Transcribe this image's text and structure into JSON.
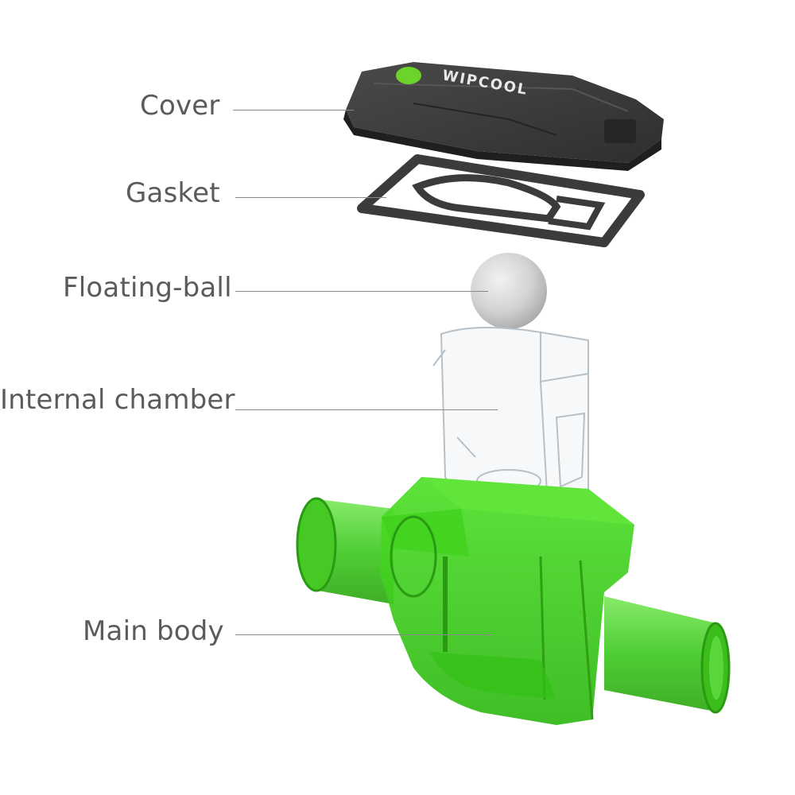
{
  "diagram": {
    "brand_mark": "WIPCOOL",
    "labels": {
      "cover": "Cover",
      "gasket": "Gasket",
      "floating_ball": "Floating-ball",
      "internal_chamber": "Internal chamber",
      "main_body": "Main body"
    },
    "colors": {
      "background": "#ffffff",
      "label_text": "#5b5b5b",
      "leader_line": "#8a8a8a",
      "cover": "#3a3a3a",
      "gasket": "#3b3b3b",
      "ball": "#d4d4d4",
      "chamber": "#e8edf0",
      "main_body": "#3ecf1e",
      "accent_green": "#6bd32a"
    }
  }
}
